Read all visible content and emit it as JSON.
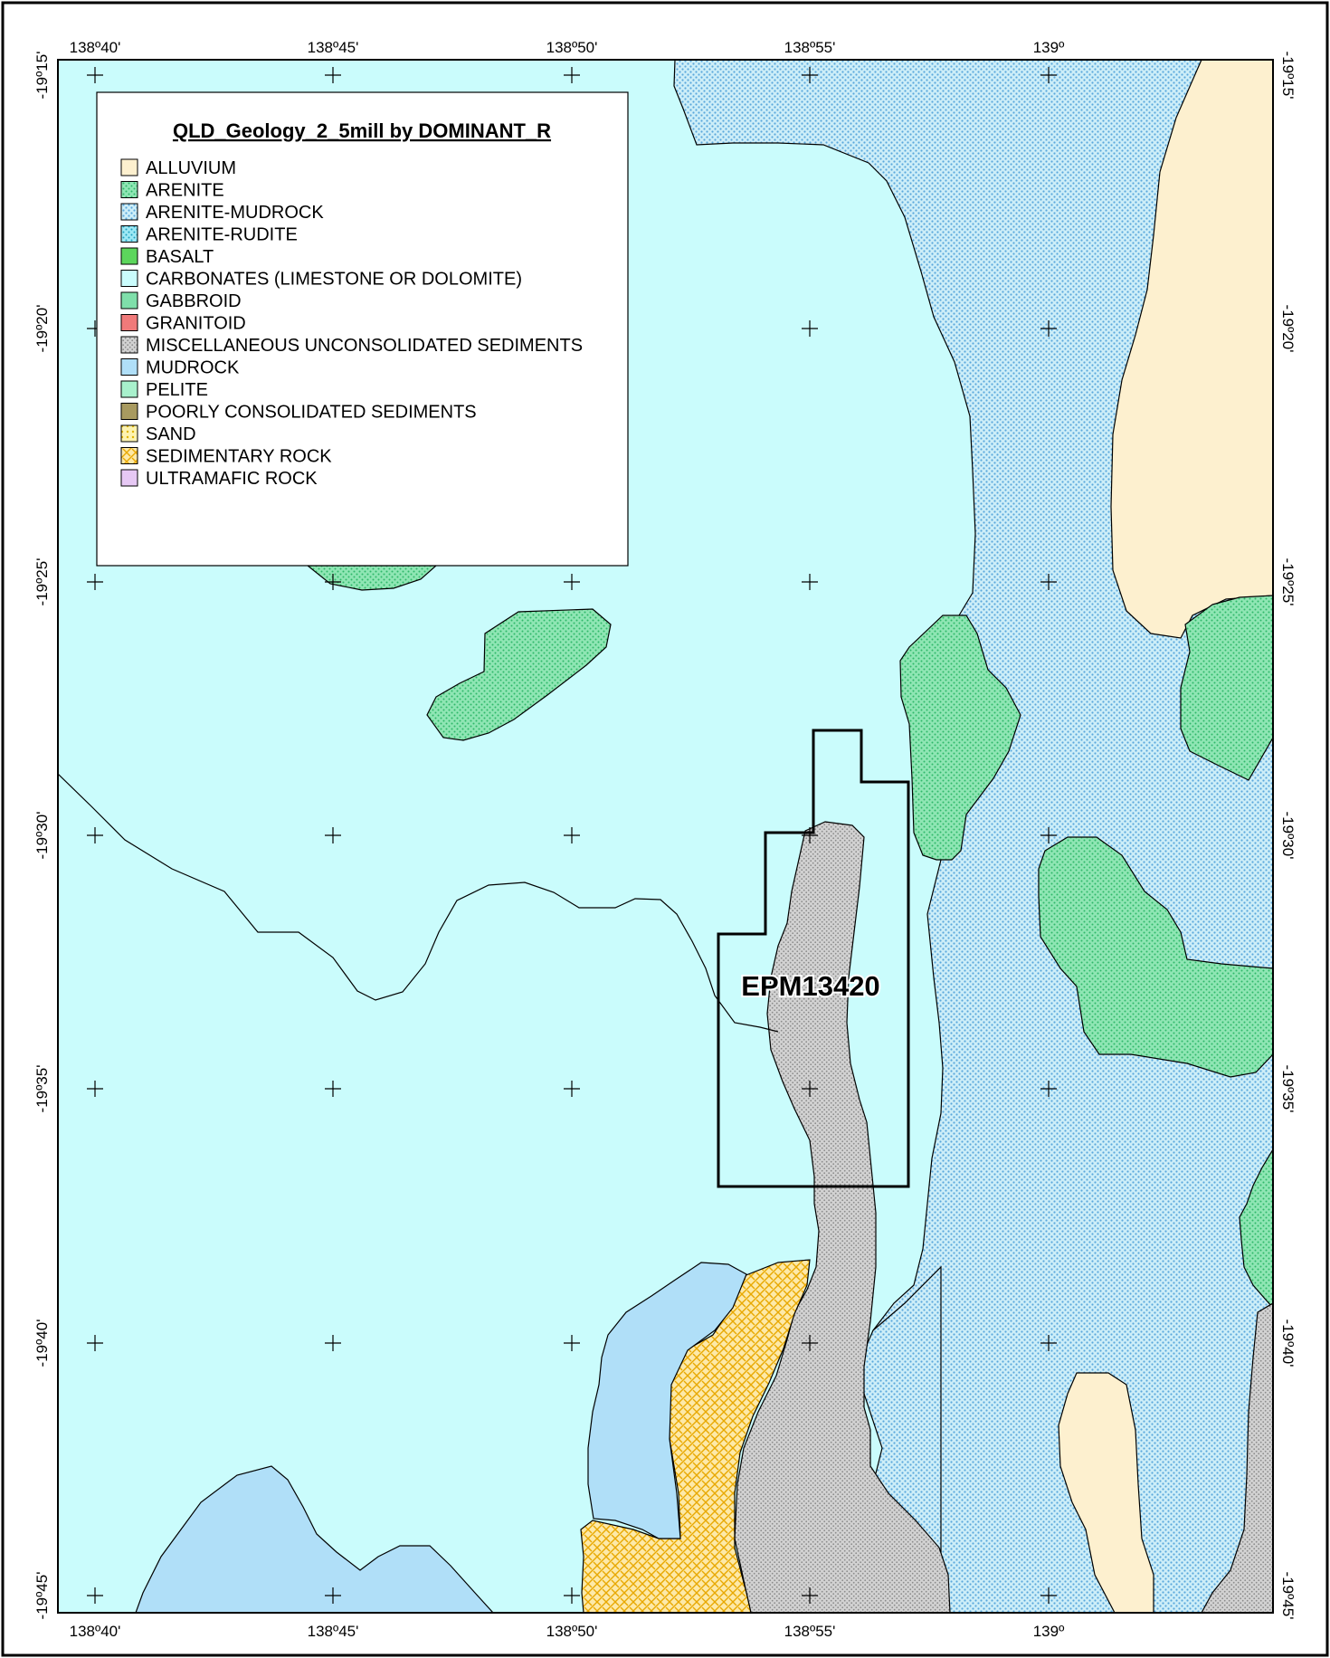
{
  "map": {
    "tenement_label": "EPM13420",
    "lon_labels": [
      "138º40'",
      "138º45'",
      "138º50'",
      "138º55'",
      "139º"
    ],
    "lat_labels": [
      "-19º15'",
      "-19º20'",
      "-19º25'",
      "-19º30'",
      "-19º35'",
      "-19º40'",
      "-19º45'"
    ]
  },
  "legend": {
    "title": "QLD_Geology_2_5mill by DOMINANT_R",
    "items": [
      {
        "label": "ALLUVIUM",
        "color": "#fdf0cf",
        "pattern": "none"
      },
      {
        "label": "ARENITE",
        "color": "#7fe0a4",
        "pattern": "dots-green"
      },
      {
        "label": "ARENITE-MUDROCK",
        "color": "#b8e0f4",
        "pattern": "dots-blue"
      },
      {
        "label": "ARENITE-RUDITE",
        "color": "#6fdcec",
        "pattern": "dots-cyan"
      },
      {
        "label": "BASALT",
        "color": "#5cd65c",
        "pattern": "none"
      },
      {
        "label": "CARBONATES (LIMESTONE OR DOLOMITE)",
        "color": "#cafcfc",
        "pattern": "none"
      },
      {
        "label": "GABBROID",
        "color": "#7fdfaa",
        "pattern": "none"
      },
      {
        "label": "GRANITOID",
        "color": "#f07a7a",
        "pattern": "none"
      },
      {
        "label": "MISCELLANEOUS UNCONSOLIDATED SEDIMENTS",
        "color": "#c8c8c8",
        "pattern": "dots-grey"
      },
      {
        "label": "MUDROCK",
        "color": "#b0dff8",
        "pattern": "none"
      },
      {
        "label": "PELITE",
        "color": "#a8f0cc",
        "pattern": "none"
      },
      {
        "label": "POORLY CONSOLIDATED SEDIMENTS",
        "color": "#a89a60",
        "pattern": "none"
      },
      {
        "label": "SAND",
        "color": "#fde27a",
        "pattern": "dots-sand"
      },
      {
        "label": "SEDIMENTARY ROCK",
        "color": "#fccf5a",
        "pattern": "hatch-sed"
      },
      {
        "label": "ULTRAMAFIC ROCK",
        "color": "#e6c8f4",
        "pattern": "none"
      }
    ]
  }
}
